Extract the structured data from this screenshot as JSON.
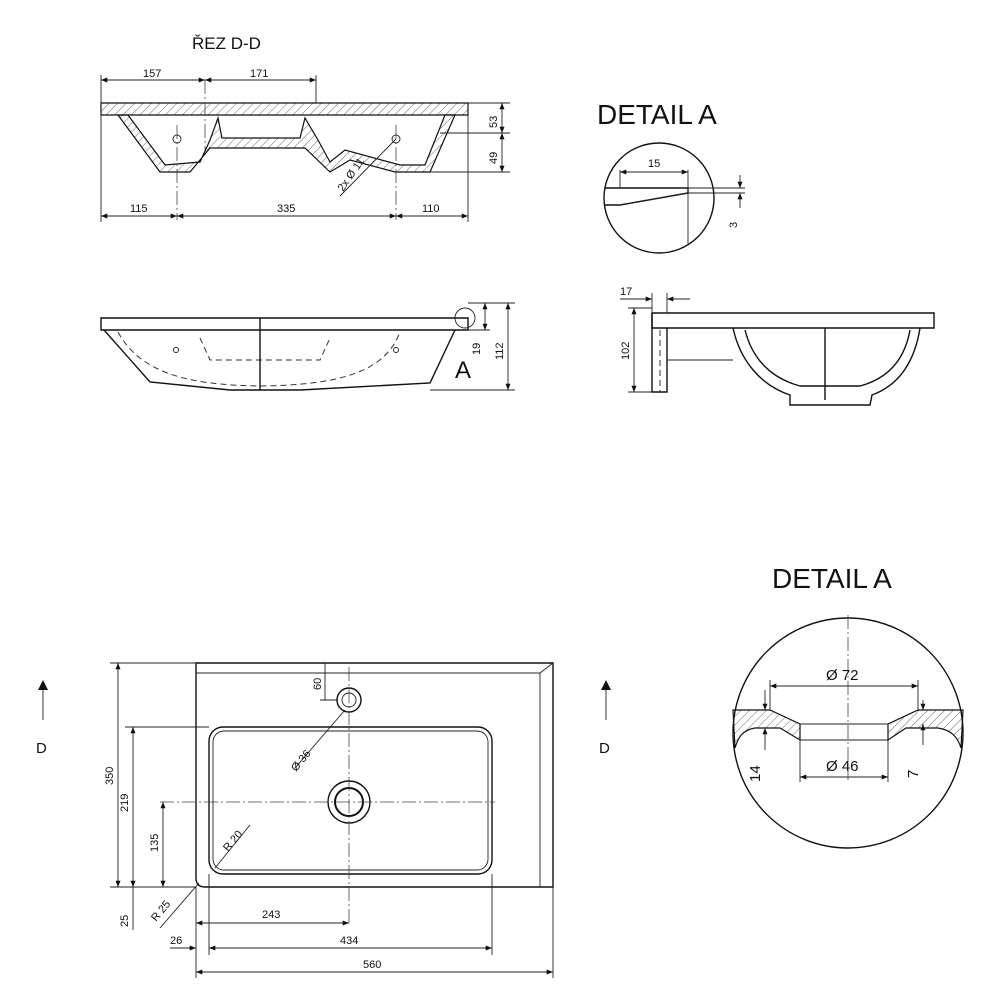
{
  "section_view": {
    "title": "ŘEZ D-D",
    "dims": {
      "left_top": "157",
      "mid_top": "171",
      "height_a": "53",
      "height_b": "49",
      "holes": "2x Ø 11",
      "left_bottom": "115",
      "mid_bottom": "335",
      "right_bottom": "110"
    }
  },
  "side_view": {
    "detail_marker": "A",
    "dims": {
      "lip": "19",
      "total": "112"
    }
  },
  "detail_a_top": {
    "title": "DETAIL A",
    "dims": {
      "width": "15",
      "slope": "3"
    }
  },
  "end_view": {
    "dims": {
      "wall": "17",
      "height": "102"
    }
  },
  "plan_view": {
    "section_marker_left": "D",
    "section_marker_right": "D",
    "dims": {
      "tap_offset": "60",
      "tap_dia": "Ø 36",
      "depth_total": "350",
      "depth_bowl": "219",
      "drain_y": "135",
      "radius_inner": "R 20",
      "radius_outer": "R 25",
      "front": "25",
      "drain_x": "243",
      "left_edge": "26",
      "bowl_width": "434",
      "total_width": "560"
    }
  },
  "detail_a_drain": {
    "title": "DETAIL A",
    "dims": {
      "outer": "Ø 72",
      "inner": "Ø 46",
      "thickness": "14",
      "recess": "7"
    }
  }
}
